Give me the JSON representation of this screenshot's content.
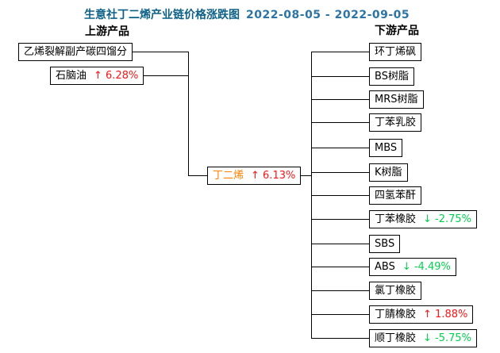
{
  "title": {
    "text": "生意社丁二烯产业链价格涨跌图",
    "date_range": "2022-08-05 - 2022-09-05"
  },
  "headers": {
    "upstream": "上游产品",
    "downstream": "下游产品"
  },
  "upstream": [
    {
      "label": "乙烯裂解副产碳四馏分"
    },
    {
      "label": "石脑油",
      "delta": "↑ 6.28%",
      "dir": "up"
    }
  ],
  "center": {
    "label": "丁二烯",
    "delta": "↑ 6.13%",
    "dir": "up"
  },
  "downstream": [
    {
      "label": "环丁烯砜"
    },
    {
      "label": "BS树脂"
    },
    {
      "label": "MRS树脂"
    },
    {
      "label": "丁苯乳胶"
    },
    {
      "label": "MBS"
    },
    {
      "label": "K树脂"
    },
    {
      "label": "四氢苯酐"
    },
    {
      "label": "丁苯橡胶",
      "delta": "↓ -2.75%",
      "dir": "down"
    },
    {
      "label": "SBS"
    },
    {
      "label": "ABS",
      "delta": "↓ -4.49%",
      "dir": "down"
    },
    {
      "label": "氯丁橡胶"
    },
    {
      "label": "丁腈橡胶",
      "delta": "↑ 1.88%",
      "dir": "up"
    },
    {
      "label": "顺丁橡胶",
      "delta": "↓ -5.75%",
      "dir": "down"
    }
  ],
  "colors": {
    "up": "#fe1616",
    "down": "#00d24e",
    "center_product": "#ff8000",
    "title": "#0e6186",
    "date": "#2b74a4"
  }
}
